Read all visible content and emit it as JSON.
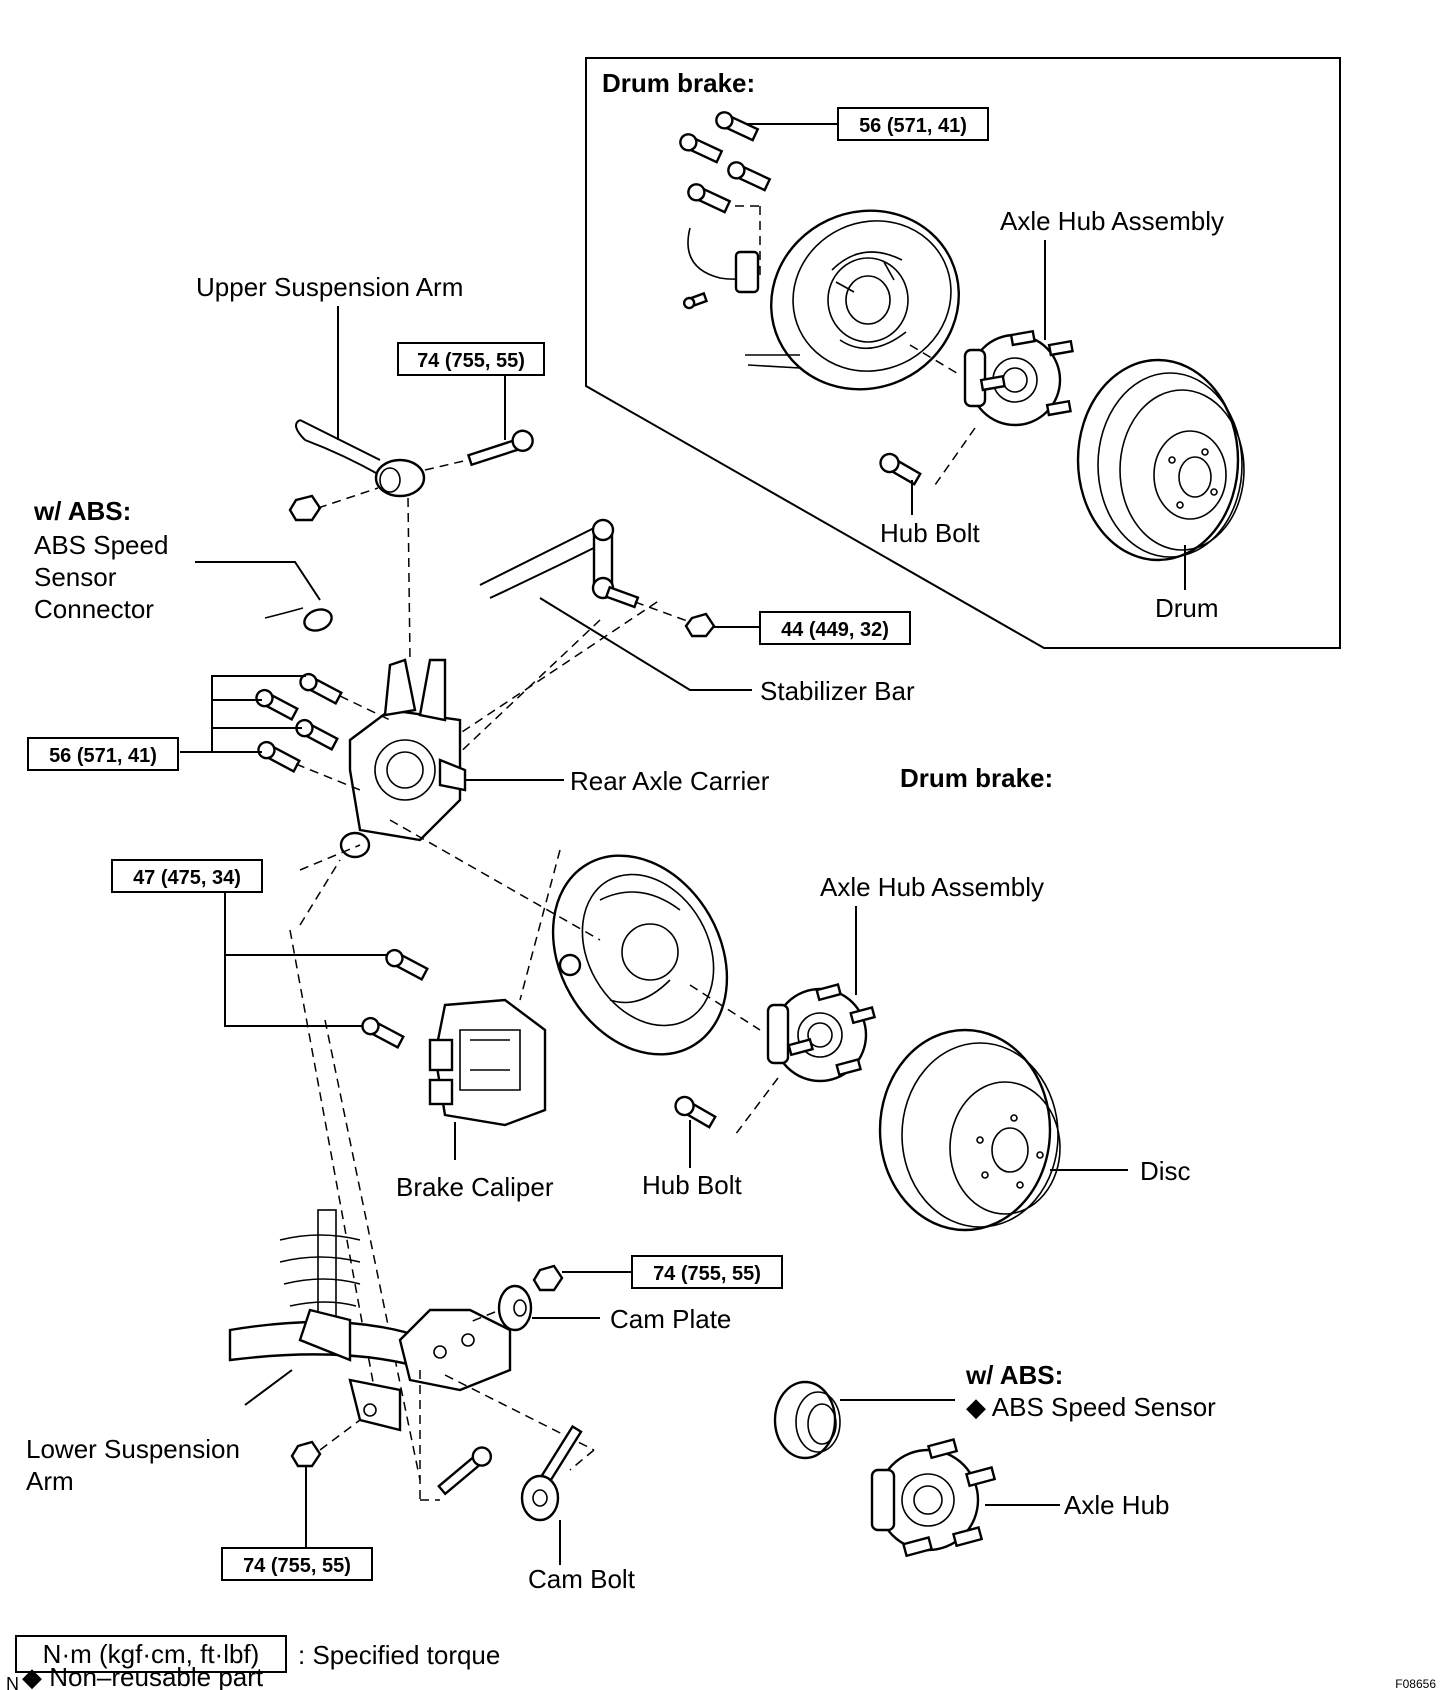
{
  "labels": {
    "drum_brake_top": "Drum brake:",
    "drum_brake_mid": "Drum brake:",
    "axle_hub_assembly_top": "Axle Hub Assembly",
    "axle_hub_assembly_mid": "Axle Hub Assembly",
    "hub_bolt_top": "Hub Bolt",
    "hub_bolt_mid": "Hub Bolt",
    "drum": "Drum",
    "upper_suspension_arm": "Upper Suspension Arm",
    "w_abs_1": "w/ ABS:",
    "abs_speed_sensor_connector": [
      "ABS Speed",
      "Sensor",
      "Connector"
    ],
    "stabilizer_bar": "Stabilizer Bar",
    "rear_axle_carrier": "Rear Axle Carrier",
    "brake_caliper": "Brake Caliper",
    "disc": "Disc",
    "cam_plate": "Cam Plate",
    "w_abs_2": "w/ ABS:",
    "abs_speed_sensor": "◆ ABS Speed Sensor",
    "axle_hub": "Axle Hub",
    "lower_suspension_arm": [
      "Lower Suspension",
      "Arm"
    ],
    "cam_bolt": "Cam Bolt"
  },
  "torques": {
    "t_drum_backing": "56 (571, 41)",
    "t_upper_arm": "74 (755, 55)",
    "t_stabilizer": "44 (449, 32)",
    "t_carrier": "56 (571, 41)",
    "t_caliper": "47 (475, 34)",
    "t_cam_nut": "74 (755, 55)",
    "t_lower_nut": "74 (755, 55)"
  },
  "legend": {
    "unit_box": "N·m (kgf·cm, ft·lbf)",
    "unit_desc": ": Specified torque",
    "n_mark": "N",
    "non_reusable": "◆ Non–reusable part"
  },
  "figure_code": "F08656"
}
